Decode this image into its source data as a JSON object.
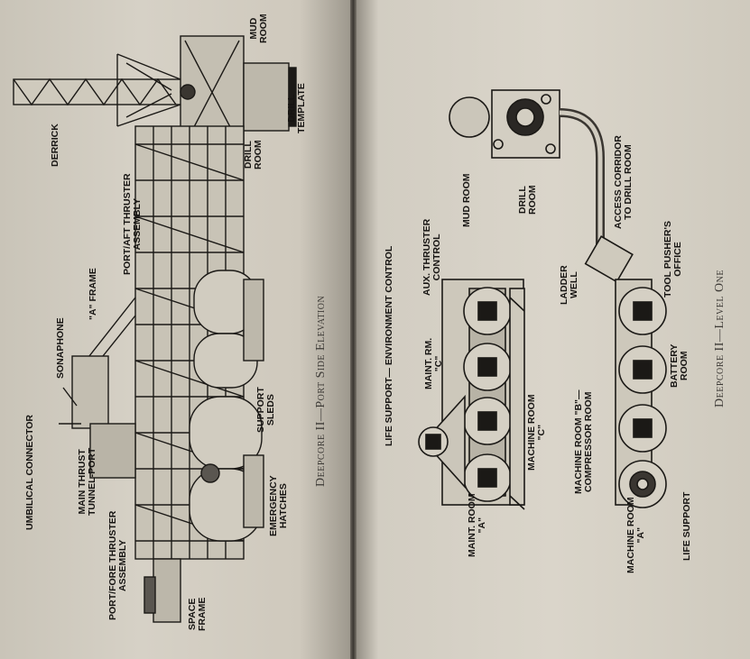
{
  "left_page": {
    "caption": "Deepcore II—Port Side Elevation",
    "labels": {
      "derrick": "DERRICK",
      "mud_room": "MUD\nROOM",
      "drill_template": "DRILL\nTEMPLATE",
      "drill_room": "DRILL\nROOM",
      "port_aft_thruster": "PORT/AFT THRUSTER\nASSEMBLY",
      "a_frame": "\"A\" FRAME",
      "sonaphone": "SONAPHONE",
      "support_sleds": "SUPPORT\nSLEDS",
      "umbilical_connector": "UMBILICAL CONNECTOR",
      "main_thrust_tunnel_port": "MAIN THRUST\nTUNNEL-PORT",
      "emergency_hatches": "EMERGENCY\nHATCHES",
      "port_fore_thruster": "PORT/FORE THRUSTER\nASSEMBLY",
      "space_frame": "SPACE\nFRAME"
    }
  },
  "right_page": {
    "caption": "Deepcore II—Level One",
    "labels": {
      "mud_room": "MUD ROOM",
      "drill_room": "DRILL\nROOM",
      "access_corridor": "ACCESS CORRIDOR\nTO DRILL ROOM",
      "ladder_well": "LADDER\nWELL",
      "tool_pushers_office": "TOOL PUSHER'S\nOFFICE",
      "battery_room": "BATTERY\nROOM",
      "life_support_env": "LIFE SUPPORT— ENVIRONMENT CONTROL",
      "aux_thruster_control": "AUX. THRUSTER\nCONTROL",
      "maint_rm_c": "MAINT. RM.\n\"C\"",
      "machine_room_c": "MACHINE ROOM\n\"C\"",
      "machine_room_b": "MACHINE ROOM \"B\"—\nCOMPRESSOR ROOM",
      "maint_room_a": "MAINT. ROOM\n\"A\"",
      "machine_room_a": "MACHINE ROOM\n\"A\"",
      "life_support": "LIFE SUPPORT"
    }
  },
  "colors": {
    "paper": "#d6d1c6",
    "ink": "#161412",
    "caption": "#3d3a36"
  }
}
